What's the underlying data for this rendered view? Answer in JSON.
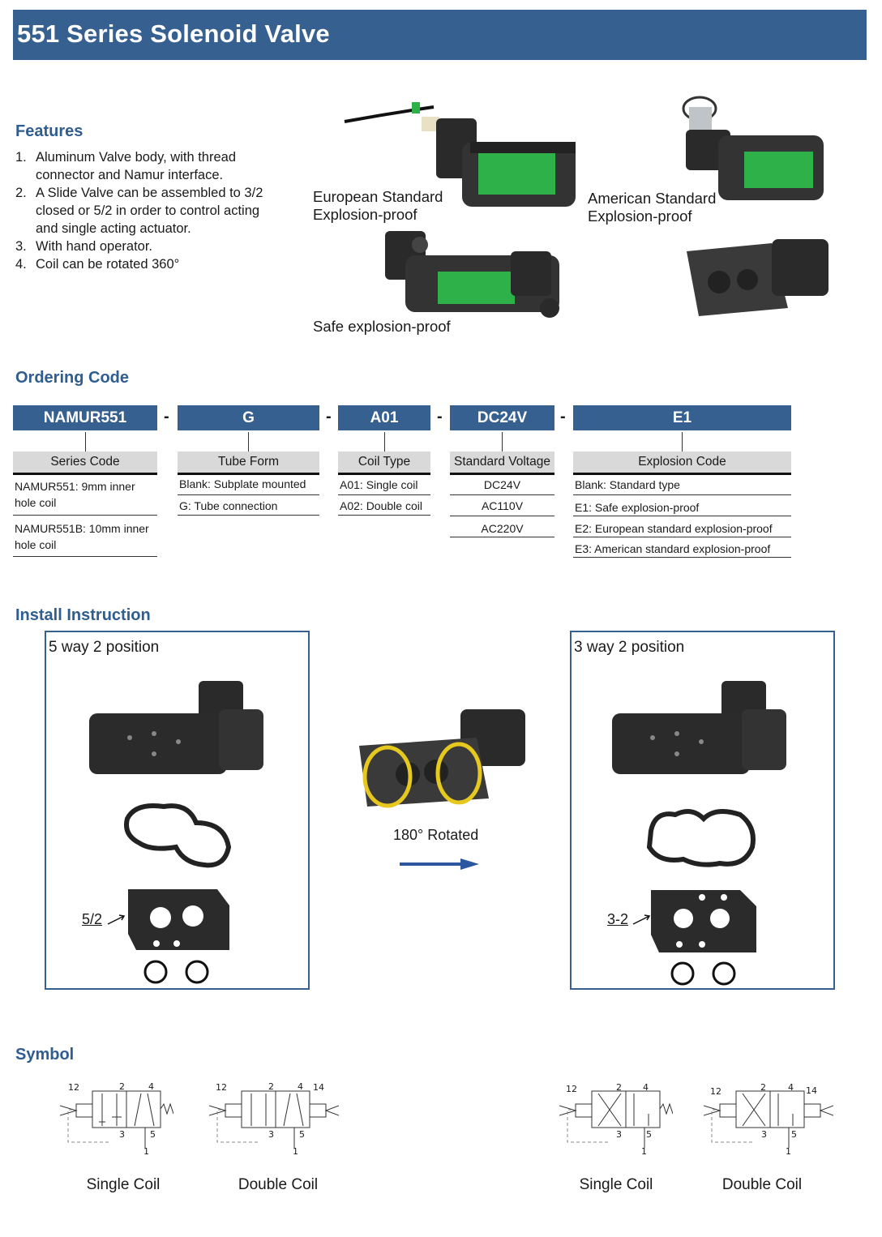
{
  "title": "551 Series Solenoid Valve",
  "features": {
    "heading": "Features",
    "items": [
      {
        "num": "1.",
        "text": "Aluminum Valve body, with thread connector and Namur interface."
      },
      {
        "num": "2.",
        "text": "A Slide Valve can be assembled to 3/2 closed or 5/2 in order to control acting and single acting actuator."
      },
      {
        "num": "3.",
        "text": "With hand operator."
      },
      {
        "num": "4.",
        "text": "Coil can be rotated 360°"
      }
    ]
  },
  "photos": {
    "european": "European Standard\nExplosion-proof",
    "american": "American Standard\nExplosion-proof",
    "safe": "Safe explosion-proof"
  },
  "ordering": {
    "heading": "Ordering Code",
    "codes": [
      "NAMUR551",
      "G",
      "A01",
      "DC24V",
      "E1"
    ],
    "separator": "-",
    "columns": [
      {
        "header": "Series Code",
        "rows": [
          "NAMUR551: 9mm inner hole coil",
          "NAMUR551B: 10mm inner hole coil"
        ]
      },
      {
        "header": "Tube Form",
        "rows": [
          "Blank: Subplate mounted",
          "G: Tube connection"
        ]
      },
      {
        "header": "Coil Type",
        "rows": [
          "A01: Single coil",
          "A02: Double coil"
        ]
      },
      {
        "header": "Standard Voltage",
        "rows": [
          "DC24V",
          "AC110V",
          "AC220V"
        ]
      },
      {
        "header": "Explosion Code",
        "rows": [
          "Blank: Standard type",
          "E1: Safe explosion-proof",
          "E2: European standard explosion-proof",
          "E3: American standard explosion-proof"
        ]
      }
    ]
  },
  "install": {
    "heading": "Install Instruction",
    "left_title": "5 way 2 position",
    "right_title": "3 way 2 position",
    "left_label": "5/2",
    "right_label": "3-2",
    "rotated": "180° Rotated"
  },
  "symbol": {
    "heading": "Symbol",
    "captions": [
      "Single Coil",
      "Double Coil",
      "Single Coil",
      "Double Coil"
    ],
    "port_12": "12",
    "port_2": "2",
    "port_4": "4",
    "port_14": "14",
    "port_3": "3",
    "port_5": "5",
    "port_1": "1"
  },
  "colors": {
    "brand": "#36608f",
    "green_panel": "#2fb14a",
    "arrow": "#2c57a0",
    "ring": "#e6c81e"
  }
}
